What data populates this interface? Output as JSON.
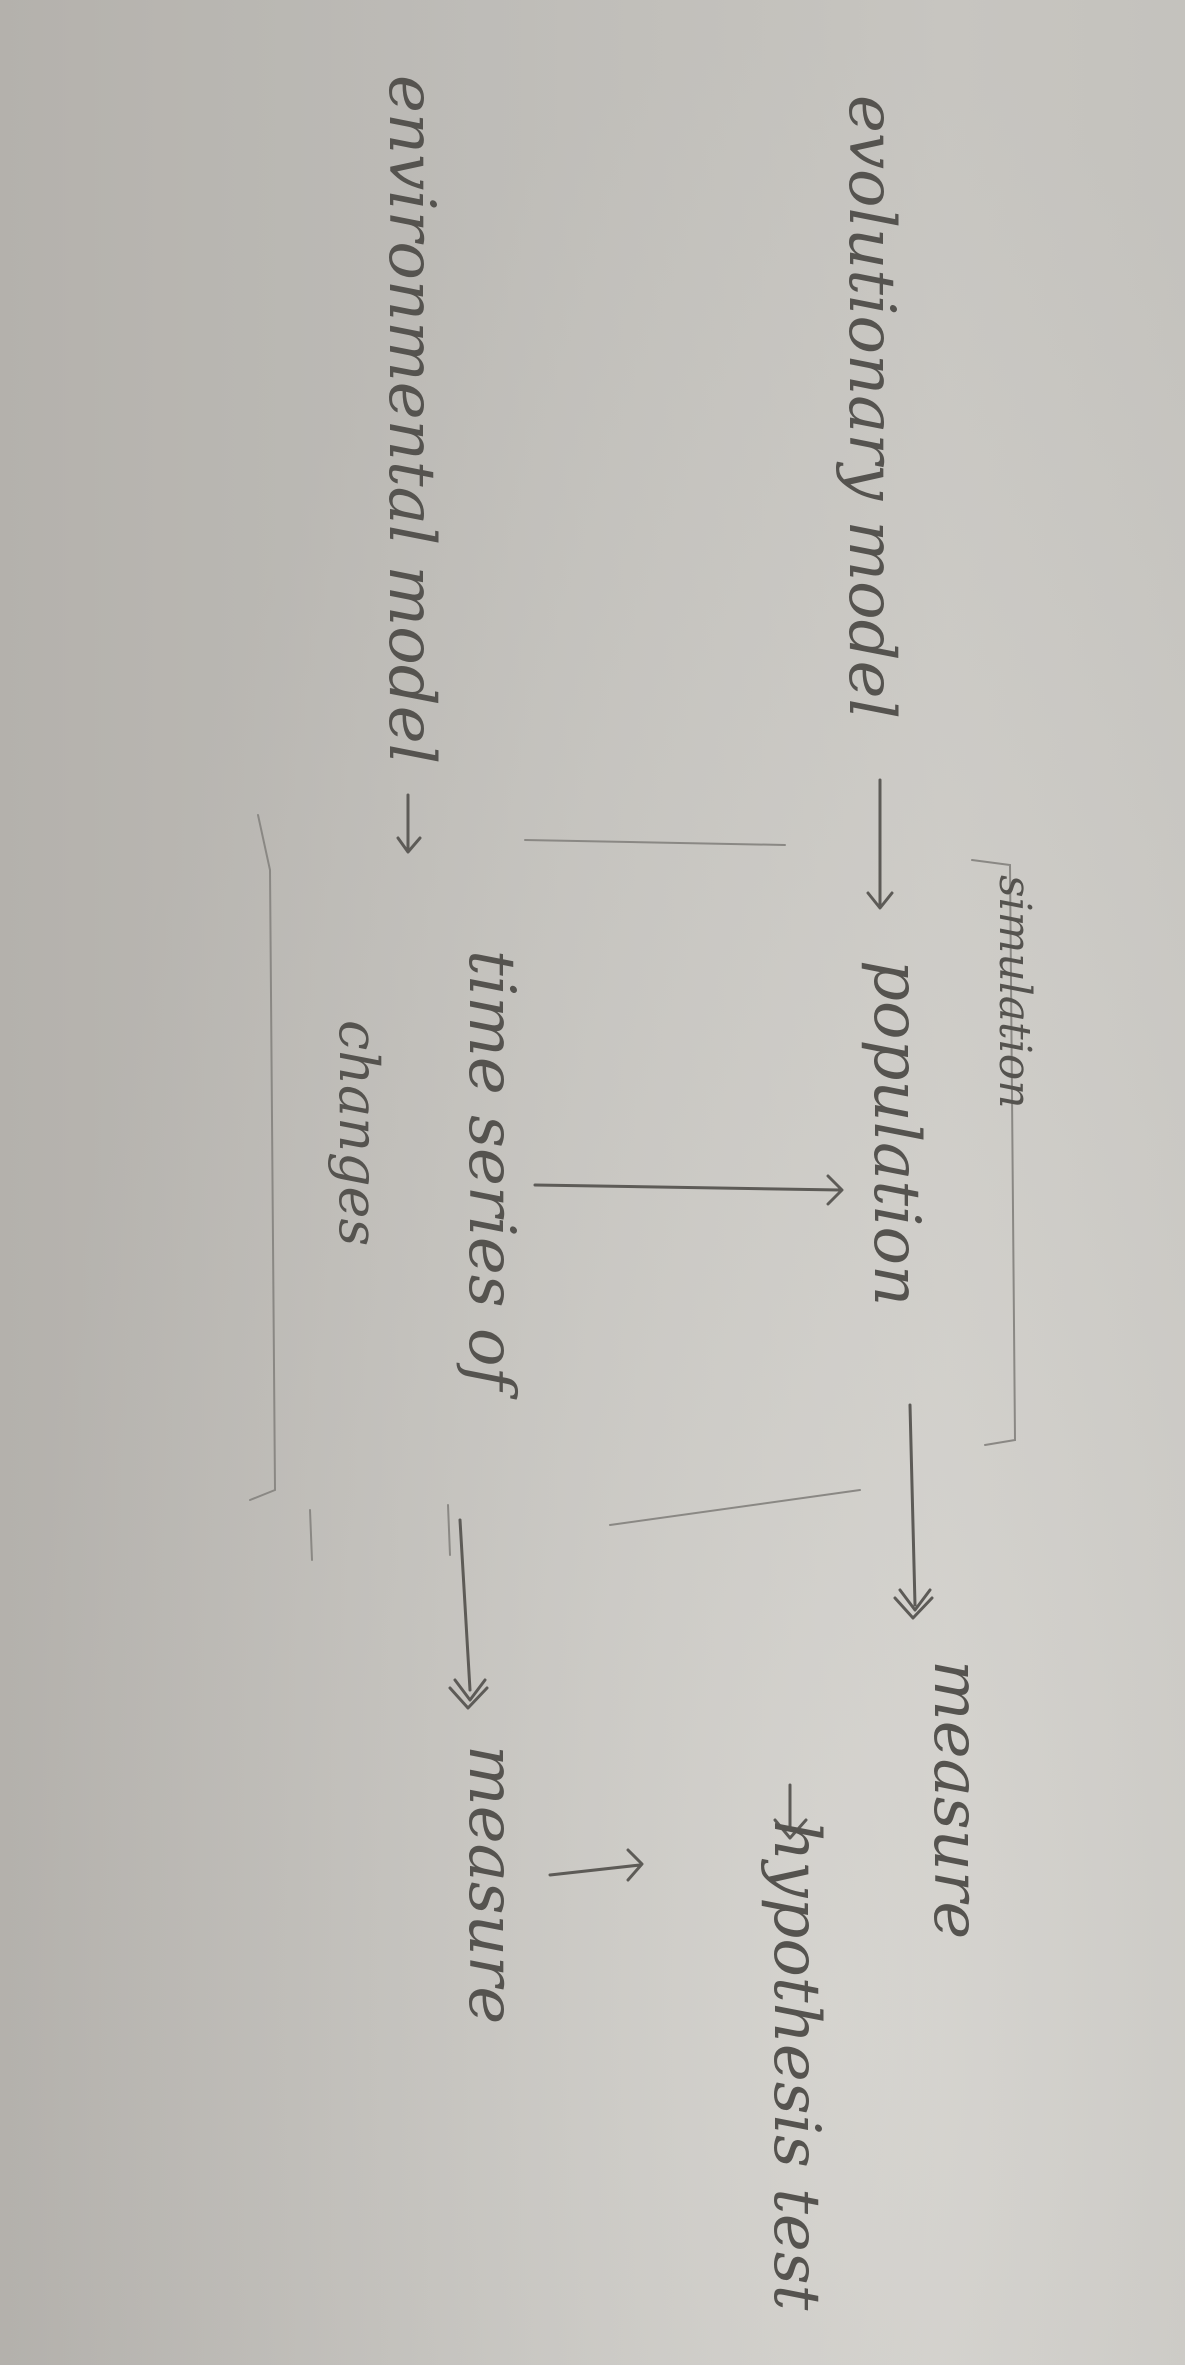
{
  "labels": {
    "evolutionary_model": "evolutionary model",
    "environmental_model": "environmental model",
    "simulation": "simulation",
    "population": "population",
    "time_series": "time series of",
    "changes": "changes",
    "measure_top": "measure",
    "measure_bottom": "measure",
    "hypothesis_test": "hypothesis test"
  }
}
